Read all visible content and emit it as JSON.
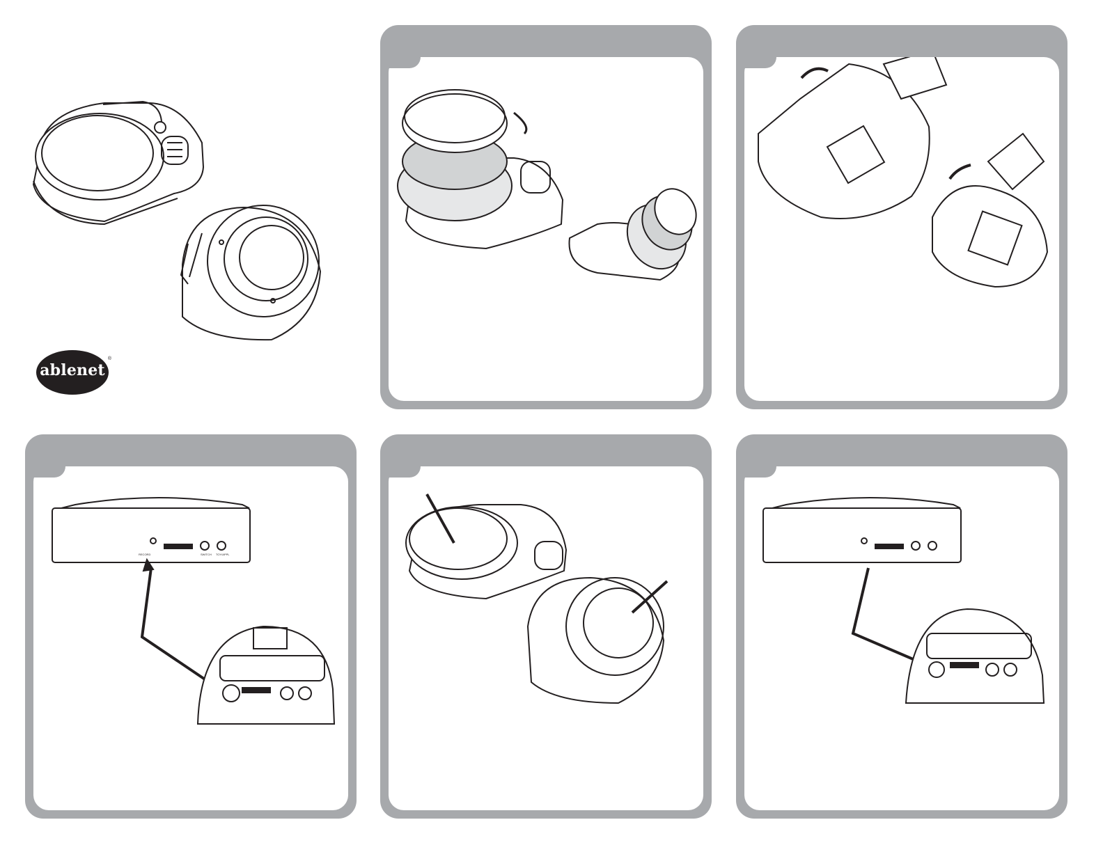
{
  "brand": {
    "logo_text_able": "able",
    "logo_text_net": "net",
    "registered_mark": "®"
  },
  "panels": [
    {
      "id": "step-1",
      "title": ""
    },
    {
      "id": "step-2",
      "title": ""
    },
    {
      "id": "step-3",
      "title": ""
    },
    {
      "id": "step-4",
      "title": ""
    },
    {
      "id": "step-5",
      "title": ""
    }
  ],
  "port_labels": {
    "record": "RECORD",
    "switch": "SWITCH",
    "toy": "TOY/APPL"
  },
  "colors": {
    "panel_frame": "#a7a9ac",
    "line_art": "#231f20",
    "logo_fill": "#231f20",
    "shade": "#d1d3d4"
  }
}
